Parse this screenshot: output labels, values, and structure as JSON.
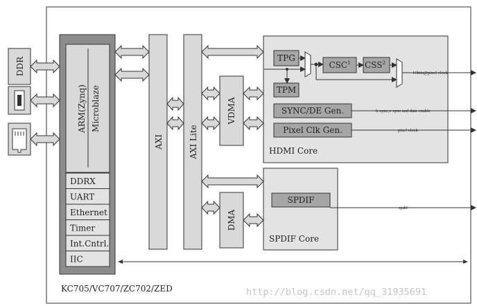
{
  "external": {
    "ddr": "DDR",
    "hdmi_port_icon": "hdmi-connector-icon",
    "ethernet_port_icon": "ethernet-connector-icon"
  },
  "processor": {
    "name": "ARM(Zynq)",
    "alt": "Microblaze",
    "peripherals": [
      "DDRX",
      "UART",
      "Ethernet",
      "Timer",
      "Int.Cntrl.",
      "IIC"
    ]
  },
  "buses": {
    "axi": "AXI",
    "axi_lite": "AXI Lite"
  },
  "blocks": {
    "vdma": "VDMA",
    "dma": "DMA"
  },
  "hdmi_core": {
    "title": "HDMI Core",
    "tpg": "TPG",
    "tpm": "TPM",
    "csc": "CSC",
    "csc_sup": "1",
    "css": "CSS",
    "css_sup": "2",
    "sync_gen": "SYNC/DE Gen.",
    "pixel_clk_gen": "Pixel Clk Gen.",
    "out_video": "16bits@pixel-clock",
    "out_sync": "h-sync,v-sync and data-enable",
    "out_clk": "pixel clock"
  },
  "spdif_core": {
    "title": "SPDIF Core",
    "spdif": "SPDIF",
    "out_spdif": "spdif"
  },
  "board_label": "KC705/VC707/ZC702/ZED",
  "watermark": "http://blog.csdn.net/qq_31935691",
  "colors": {
    "block_fill": "#d9d9d9",
    "core_fill": "#e3e3e3",
    "dark_block": "#a6a6a6",
    "processor_outer": "#8c8c8c",
    "line": "#333333"
  }
}
